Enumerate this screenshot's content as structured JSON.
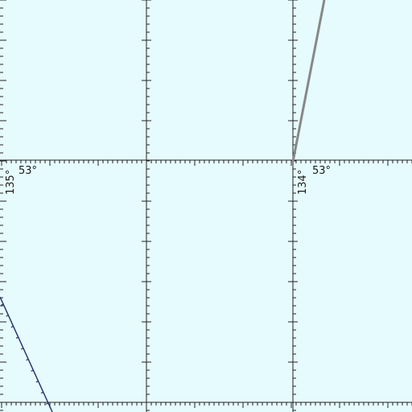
{
  "map": {
    "background_color": "#e6fbfd",
    "grid_color": "#222222",
    "graticule_labels": [
      {
        "lon": "135°",
        "lat": "53°"
      },
      {
        "lon": "134°",
        "lat": "53°"
      }
    ],
    "features": [
      {
        "name": "boundary-line",
        "color": "#888888"
      },
      {
        "name": "contour-line",
        "color": "#1f2f6b"
      }
    ]
  }
}
